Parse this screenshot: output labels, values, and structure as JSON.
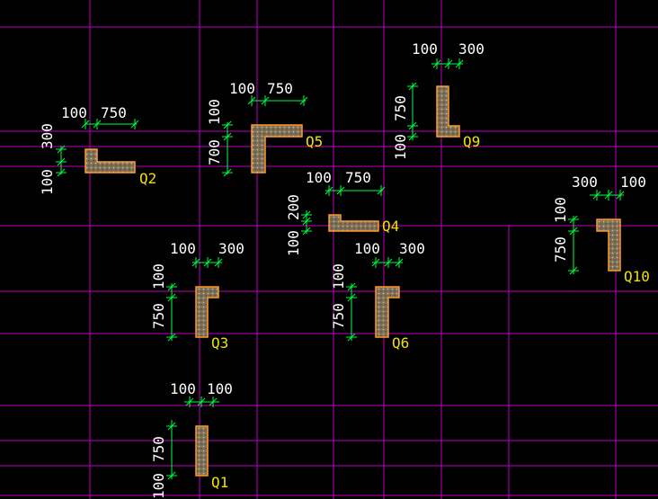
{
  "colors": {
    "background": "#000000",
    "grid": "#c000c0",
    "dimension": "#00ff40",
    "wall_outline": "#ff9a2a",
    "wall_fill": "#8a7a60",
    "dim_text": "#ffffff",
    "label_text": "#f0e000"
  },
  "walls": {
    "Q1": {
      "label": "Q1",
      "dims": [
        "100",
        "100",
        "750",
        "100"
      ]
    },
    "Q2": {
      "label": "Q2",
      "dims": [
        "100",
        "750",
        "300",
        "100"
      ]
    },
    "Q3": {
      "label": "Q3",
      "dims": [
        "100",
        "300",
        "100",
        "750"
      ]
    },
    "Q4": {
      "label": "Q4",
      "dims": [
        "100",
        "750",
        "200",
        "100"
      ]
    },
    "Q5": {
      "label": "Q5",
      "dims": [
        "100",
        "750",
        "100",
        "700"
      ]
    },
    "Q6": {
      "label": "Q6",
      "dims": [
        "100",
        "300",
        "100",
        "750"
      ]
    },
    "Q9": {
      "label": "Q9",
      "dims": [
        "100",
        "300",
        "750",
        "100"
      ]
    },
    "Q10": {
      "label": "Q10",
      "dims": [
        "300",
        "100",
        "100",
        "750"
      ]
    }
  }
}
